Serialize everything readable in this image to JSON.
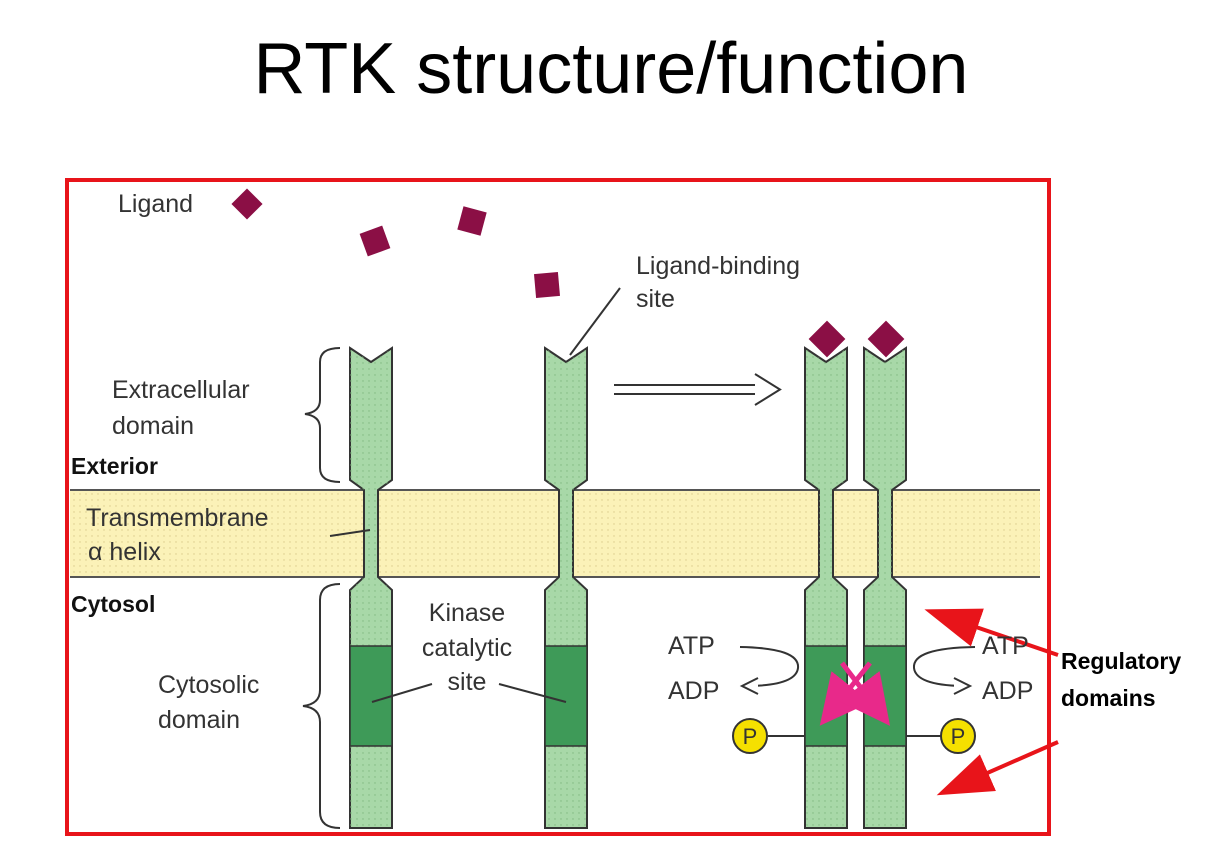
{
  "title": "RTK structure/function",
  "diagram": {
    "labels": {
      "ligand": "Ligand",
      "ligand_binding_site_1": "Ligand-binding",
      "ligand_binding_site_2": "site",
      "extracellular_1": "Extracellular",
      "extracellular_2": "domain",
      "exterior": "Exterior",
      "transmembrane_1": "Transmembrane",
      "transmembrane_2": "α helix",
      "cytosol": "Cytosol",
      "kinase_1": "Kinase",
      "kinase_2": "catalytic",
      "kinase_3": "site",
      "cytosolic_1": "Cytosolic",
      "cytosolic_2": "domain",
      "atp_left": "ATP",
      "adp_left": "ADP",
      "atp_right": "ATP",
      "adp_right": "ADP",
      "phosphate": "P",
      "regulatory_1": "Regulatory",
      "regulatory_2": "domains"
    },
    "colors": {
      "frame": "#e8141a",
      "receptor_light": "#a8d8a8",
      "kinase_dark": "#3e9a58",
      "membrane": "#fbf2b8",
      "ligand": "#8b0f45",
      "phosphate": "#f5e000",
      "cross": "#e8298a",
      "annotation_arrow": "#e8141a"
    }
  }
}
